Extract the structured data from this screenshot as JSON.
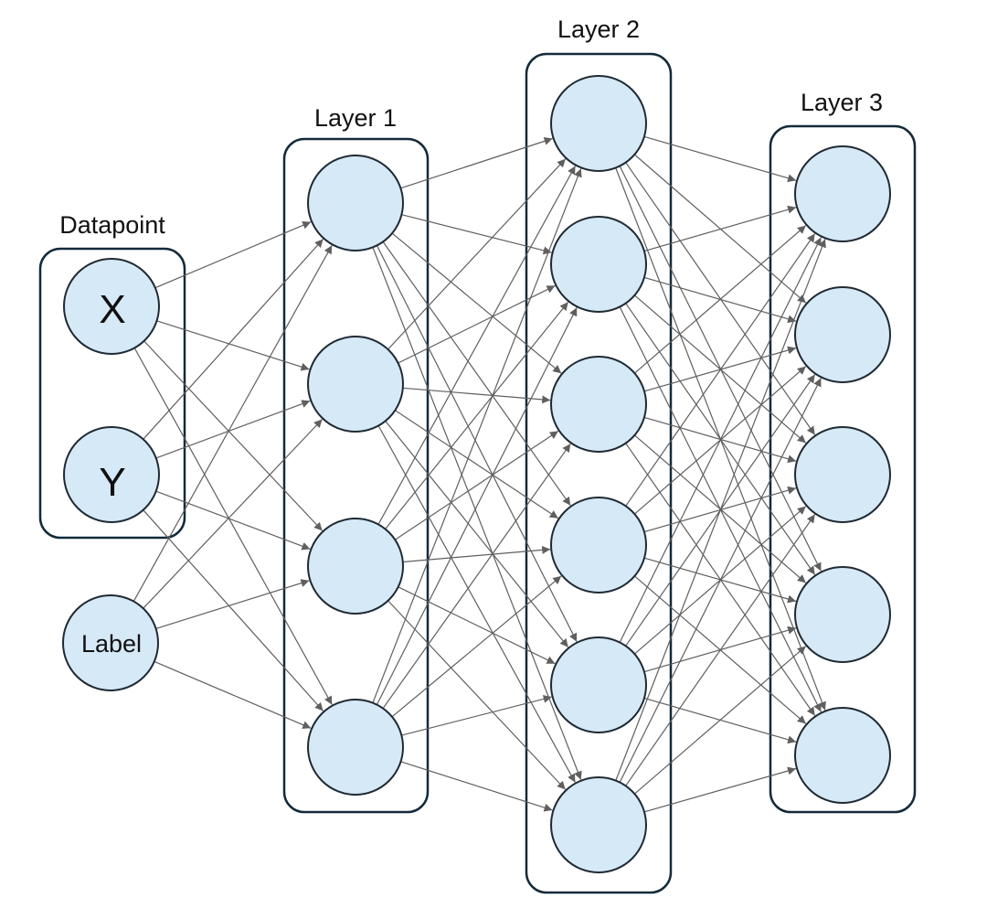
{
  "groups": [
    {
      "id": "datapoint",
      "label": "Datapoint"
    },
    {
      "id": "layer1",
      "label": "Layer 1"
    },
    {
      "id": "layer2",
      "label": "Layer 2"
    },
    {
      "id": "layer3",
      "label": "Layer 3"
    }
  ],
  "inputs": [
    {
      "id": "x",
      "label": "X"
    },
    {
      "id": "y",
      "label": "Y"
    },
    {
      "id": "label",
      "label": "Label"
    }
  ],
  "layer_sizes": {
    "layer1": 4,
    "layer2": 6,
    "layer3": 5
  },
  "connectivity": "fully-connected",
  "colors": {
    "node_fill": "#d6e9f7",
    "node_stroke": "#1f2a33",
    "box_stroke": "#132a3a",
    "edge": "#5f5f5f"
  }
}
